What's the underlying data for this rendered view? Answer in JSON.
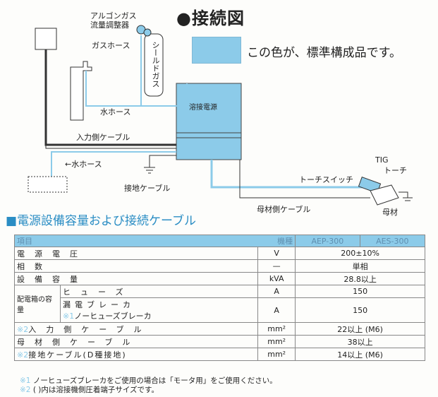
{
  "title": "●接続図",
  "legend_text": "この色が、標準構成品です。",
  "legend_color": "#8ccbe9",
  "diagram": {
    "argon_regulator_line1": "アルゴンガス",
    "argon_regulator_line2": "流量調整器",
    "gas_hose": "ガスホース",
    "shield_gas": "シールドガス",
    "water_hose_1": "水ホース",
    "welding_power": "溶接電源",
    "input_cable": "入力側ケーブル",
    "water_hose_2": "←水ホース",
    "ground_cable": "接地ケーブル",
    "torch_switch": "トーチスイッチ",
    "tig_torch_1": "TIG",
    "tig_torch_2": "トーチ",
    "base_cable": "母材側ケーブル",
    "base_material": "母材"
  },
  "section_title": "電源設備容量および接続ケーブル",
  "table": {
    "header_left": "項目",
    "header_model": "機種",
    "model_1": "AEP-300",
    "model_2": "AES-300",
    "rows": [
      {
        "label": "電源電圧",
        "unit": "V",
        "value": "200±10%"
      },
      {
        "label": "相数",
        "unit": "—",
        "value": "単相"
      },
      {
        "label": "設備容量",
        "unit": "kVA",
        "value": "28.8以上"
      },
      {
        "group": "配電箱の容量",
        "label": "ヒューズ",
        "unit": "A",
        "value": "150"
      },
      {
        "label_line1": "漏電ブレーカ",
        "note": "※1",
        "label_line2": "ノーヒューズブレーカ",
        "unit": "A",
        "value": "150"
      },
      {
        "note": "※2",
        "label": "入力側ケーブル",
        "unit": "mm²",
        "value": "22以上 (M6)"
      },
      {
        "label": "母材側ケーブル",
        "unit": "mm²",
        "value": "38以上"
      },
      {
        "note": "※2",
        "label": "接地ケーブル(D種接地)",
        "unit": "mm²",
        "value": "14以上 (M6)"
      }
    ]
  },
  "notes": [
    {
      "mark": "※1",
      "text": "ノーヒューズブレーカをご使用の場合は「モータ用」をご使用ください。"
    },
    {
      "mark": "※2",
      "text": "( )内は溶接機側圧着端子サイズです。"
    }
  ]
}
